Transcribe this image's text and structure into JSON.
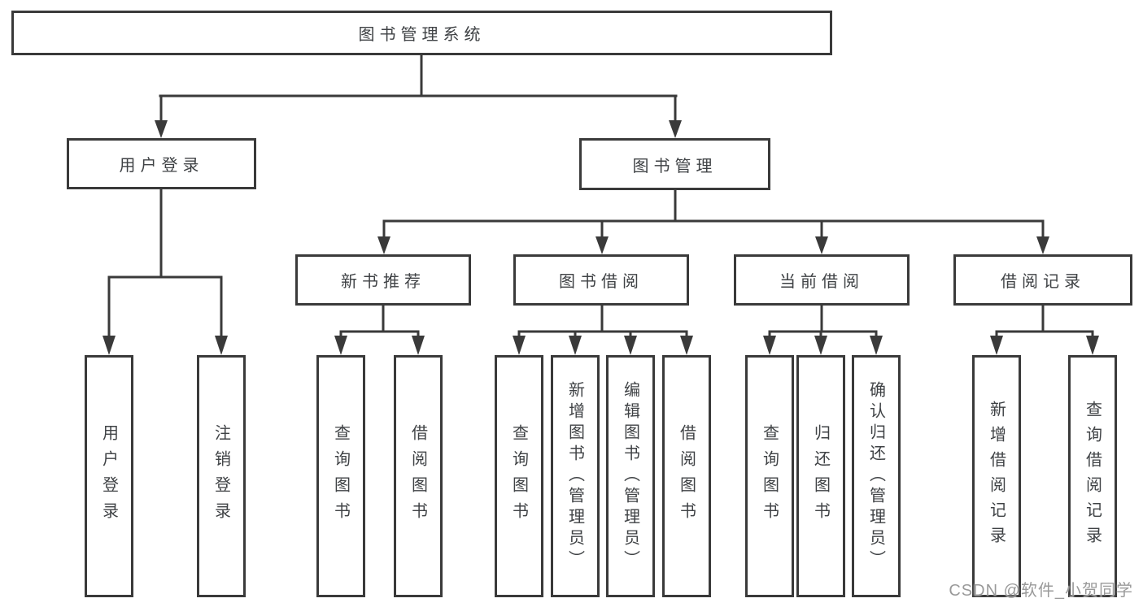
{
  "colors": {
    "bg": "#ffffff",
    "line": "#3a3a3a",
    "border": "#3a3a3a",
    "text": "#3f4245",
    "watermark": "#9a9a9a"
  },
  "watermark": {
    "text": "CSDN @软件_小贺同学"
  },
  "tree": {
    "label": "图书管理系统",
    "children": [
      {
        "label": "用户登录",
        "children": [
          {
            "label": "用户登录"
          },
          {
            "label": "注销登录"
          }
        ]
      },
      {
        "label": "图书管理",
        "children": [
          {
            "label": "新书推荐",
            "children": [
              {
                "label": "查询图书"
              },
              {
                "label": "借阅图书"
              }
            ]
          },
          {
            "label": "图书借阅",
            "children": [
              {
                "label": "查询图书"
              },
              {
                "label": "新增图书（管理员）"
              },
              {
                "label": "编辑图书（管理员）"
              },
              {
                "label": "借阅图书"
              }
            ]
          },
          {
            "label": "当前借阅",
            "children": [
              {
                "label": "查询图书"
              },
              {
                "label": "归还图书"
              },
              {
                "label": "确认归还（管理员）"
              }
            ]
          },
          {
            "label": "借阅记录",
            "children": [
              {
                "label": "新增借阅记录"
              },
              {
                "label": "查询借阅记录"
              }
            ]
          }
        ]
      }
    ]
  }
}
